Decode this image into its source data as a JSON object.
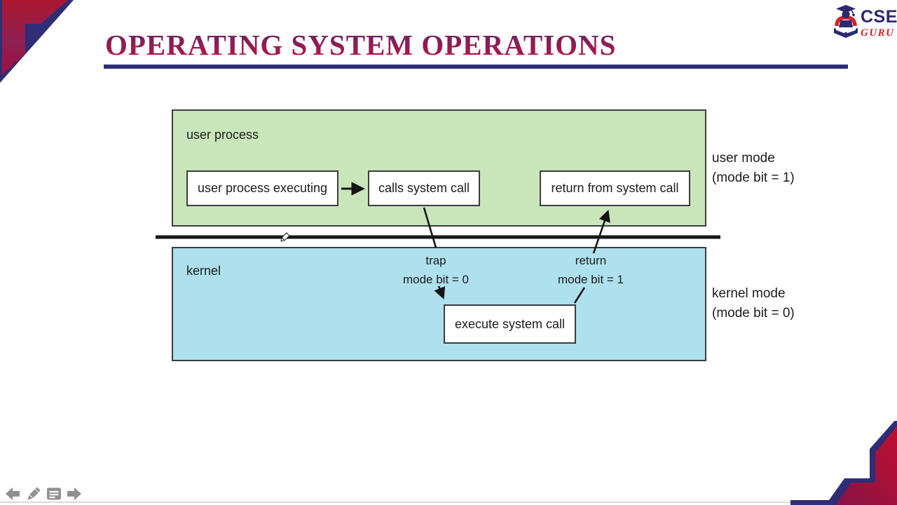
{
  "title": "OPERATING SYSTEM OPERATIONS",
  "logo": {
    "line1": "CSE",
    "line2": "GURU",
    "icon": "graduate-student-icon"
  },
  "diagram": {
    "regions": {
      "user_label": "user process",
      "kernel_label": "kernel"
    },
    "boxes": {
      "executing": "user process executing",
      "calls": "calls system call",
      "return_from": "return from system call",
      "execute": "execute system call"
    },
    "transitions": {
      "trap_line1": "trap",
      "trap_line2": "mode bit = 0",
      "return_line1": "return",
      "return_line2": "mode bit = 1"
    },
    "mode_labels": {
      "user_line1": "user mode",
      "user_line2": "(mode bit = 1)",
      "kernel_line1": "kernel mode",
      "kernel_line2": "(mode bit = 0)"
    },
    "colors": {
      "user_region": "#c9e6ba",
      "kernel_region": "#aee0ee",
      "box_border": "#3c3c3c",
      "arrow": "#151515"
    }
  },
  "chrome": {
    "accent_crimson": "#b01232",
    "accent_navy": "#2e2d75",
    "toolbar_gray": "#909090",
    "toolbar_icons": [
      "back-arrow",
      "pencil-annotate",
      "notes",
      "forward-arrow"
    ],
    "cursor": "pencil-cursor"
  }
}
